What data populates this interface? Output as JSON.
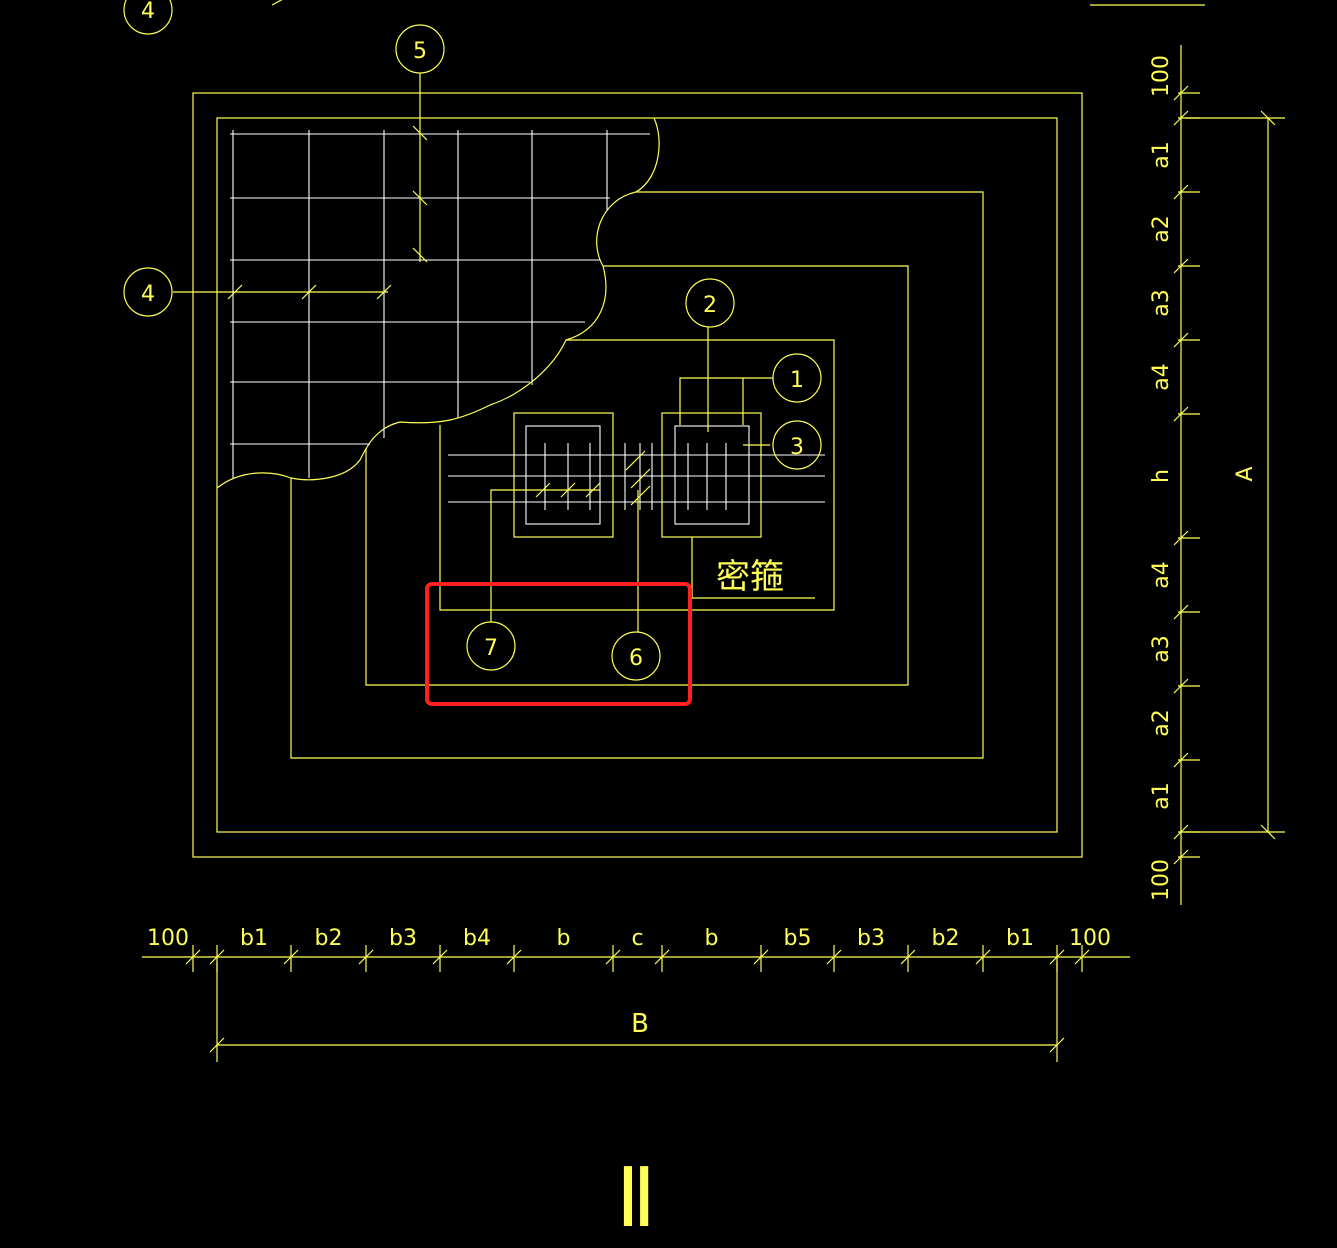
{
  "colors": {
    "background": "#000000",
    "line": "#ffff55",
    "rebar": "#ffffff",
    "highlight": "#ff2020"
  },
  "callouts": {
    "c1": "1",
    "c2": "2",
    "c3": "3",
    "c4": "4",
    "c4_top": "4",
    "c5": "5",
    "c6": "6",
    "c7": "7"
  },
  "note": "密箍",
  "dims_vertical": [
    "100",
    "a1",
    "a2",
    "a3",
    "a4",
    "h",
    "a4",
    "a3",
    "a2",
    "a1",
    "100"
  ],
  "dims_horizontal": [
    "100",
    "b1",
    "b2",
    "b3",
    "b4",
    "b",
    "c",
    "b",
    "b5",
    "b3",
    "b2",
    "b1",
    "100"
  ],
  "overall": {
    "A": "A",
    "B": "B"
  },
  "section_mark": "Ⅱ"
}
